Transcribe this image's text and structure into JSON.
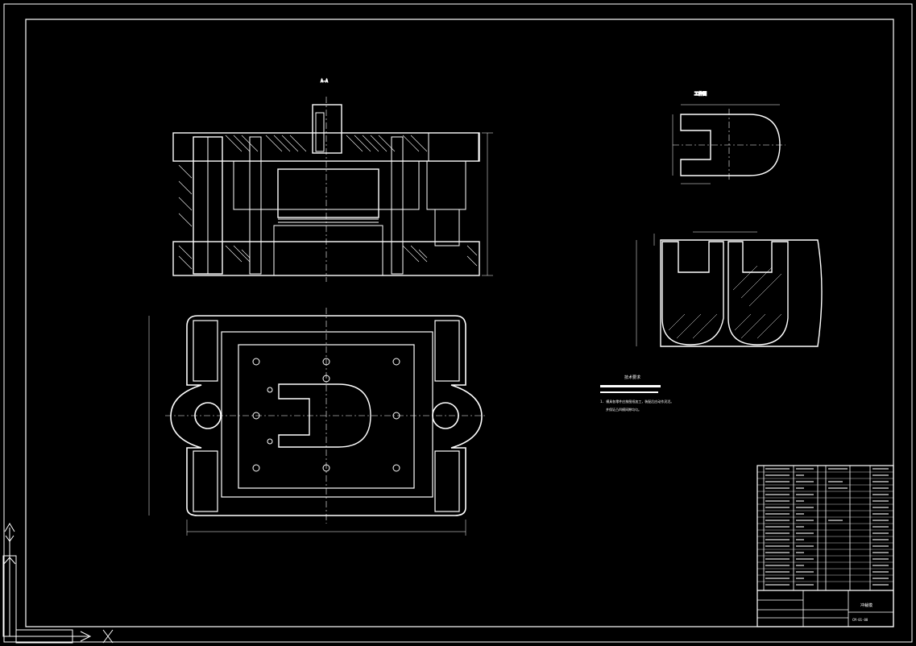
{
  "views": {
    "front_section_label": "A-A",
    "part_detail_title": "工件图"
  },
  "notes": {
    "heading": "技术要求",
    "line1": "1. 模具各零件应按图纸加工，装配后应动作灵活。",
    "line2": "并保证凸凹模间隙均匀。"
  },
  "title_block": {
    "title_cell": "冲裁模",
    "drawing_no": "CM-01-00"
  },
  "colors": {
    "background": "#000000",
    "line": "#ffffff"
  },
  "icons": {
    "ucs": "ucs-axis-icon"
  }
}
